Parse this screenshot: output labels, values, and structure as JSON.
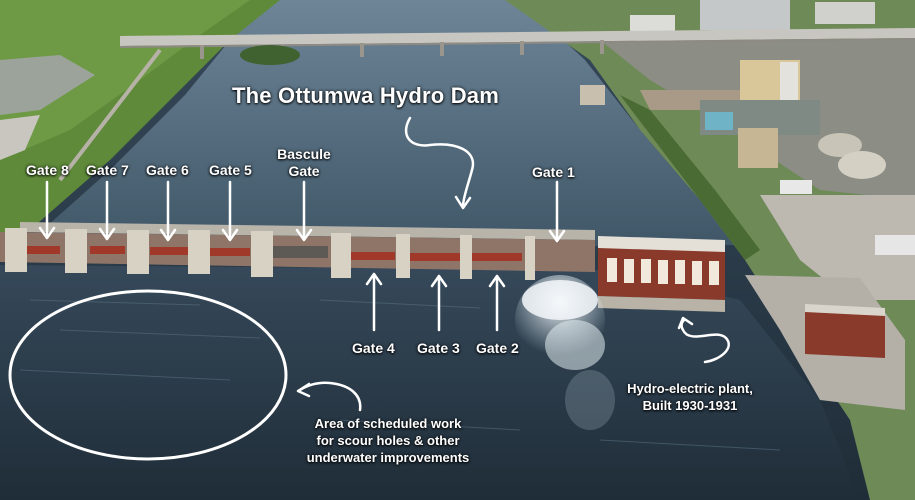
{
  "title": "The Ottumwa Hydro Dam",
  "gates_top": [
    {
      "id": "gate-8",
      "label": "Gate 8"
    },
    {
      "id": "gate-7",
      "label": "Gate 7"
    },
    {
      "id": "gate-6",
      "label": "Gate 6"
    },
    {
      "id": "gate-5",
      "label": "Gate 5"
    },
    {
      "id": "bascule",
      "label_line1": "Bascule",
      "label_line2": "Gate"
    },
    {
      "id": "gate-1",
      "label": "Gate 1"
    }
  ],
  "gates_bottom": [
    {
      "id": "gate-4",
      "label": "Gate 4"
    },
    {
      "id": "gate-3",
      "label": "Gate 3"
    },
    {
      "id": "gate-2",
      "label": "Gate 2"
    }
  ],
  "plant_note": {
    "line1": "Hydro-electric plant,",
    "line2": "Built 1930-1931"
  },
  "work_note": {
    "line1": "Area of scheduled work",
    "line2": "for scour holes & other",
    "line3": "underwater improvements"
  },
  "colors": {
    "water": "#3b5263",
    "grass": "#5e8a3a",
    "plant_brick": "#8a3a2a",
    "annotation": "#ffffff"
  }
}
